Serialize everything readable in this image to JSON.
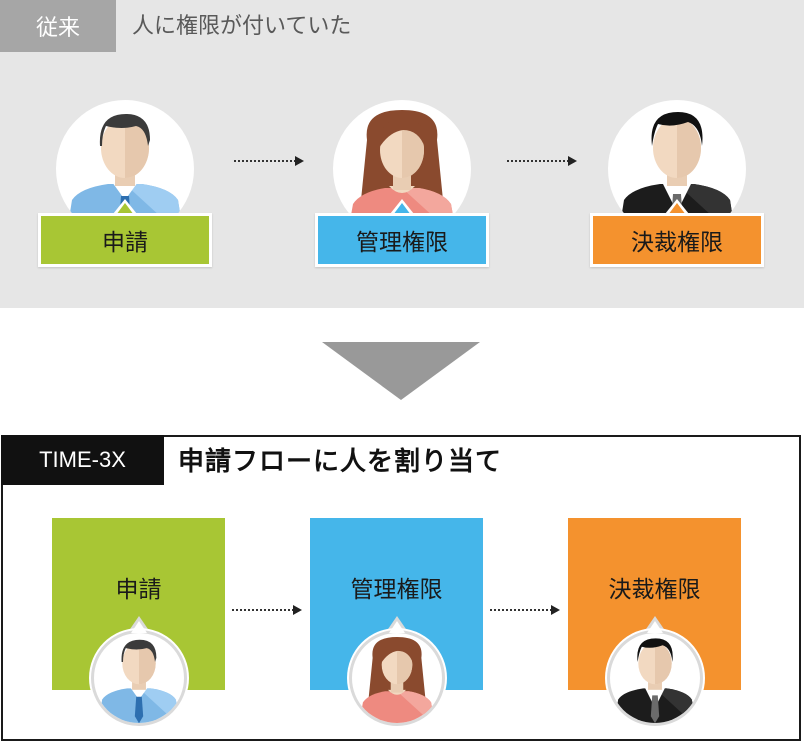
{
  "colors": {
    "green": "#a8c634",
    "blue": "#45b6ea",
    "orange": "#f4922e",
    "top_background": "#e6e6e6",
    "top_tag": "#a6a6a6",
    "arrow_gray": "#999999",
    "dark": "#111111"
  },
  "before": {
    "tag": "従来",
    "title": "人に権限が付いていた",
    "roles": [
      {
        "label": "申請",
        "person": "man-blue-shirt-icon"
      },
      {
        "label": "管理権限",
        "person": "woman-pink-top-icon"
      },
      {
        "label": "決裁権限",
        "person": "man-black-suit-icon"
      }
    ]
  },
  "after": {
    "tag": "TIME-3X",
    "title": "申請フローに人を割り当て",
    "steps": [
      {
        "label": "申請",
        "person": "man-blue-shirt-icon"
      },
      {
        "label": "管理権限",
        "person": "woman-pink-top-icon"
      },
      {
        "label": "決裁権限",
        "person": "man-black-suit-icon"
      }
    ]
  }
}
